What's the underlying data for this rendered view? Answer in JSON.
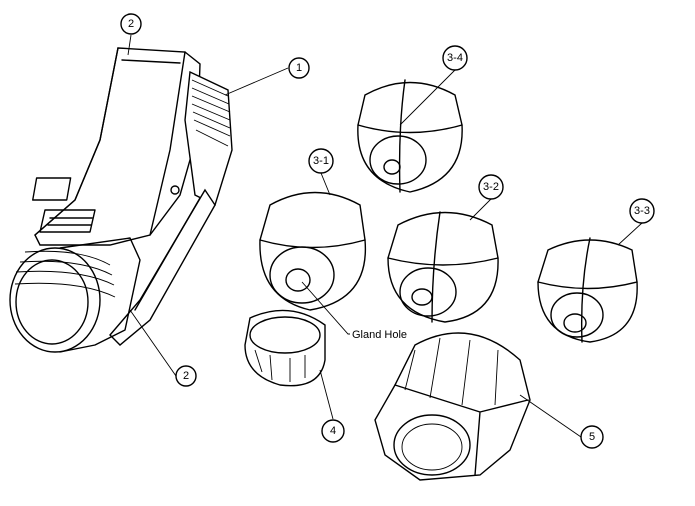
{
  "balloons": {
    "connector_top": "2",
    "connector_seal": "1",
    "connector_bottom": "2",
    "insert_3_4": "3-4",
    "insert_3_1": "3-1",
    "insert_3_2": "3-2",
    "insert_3_3": "3-3",
    "clamp": "4",
    "nut": "5"
  },
  "annotations": {
    "gland_hole": "Gland Hole"
  }
}
